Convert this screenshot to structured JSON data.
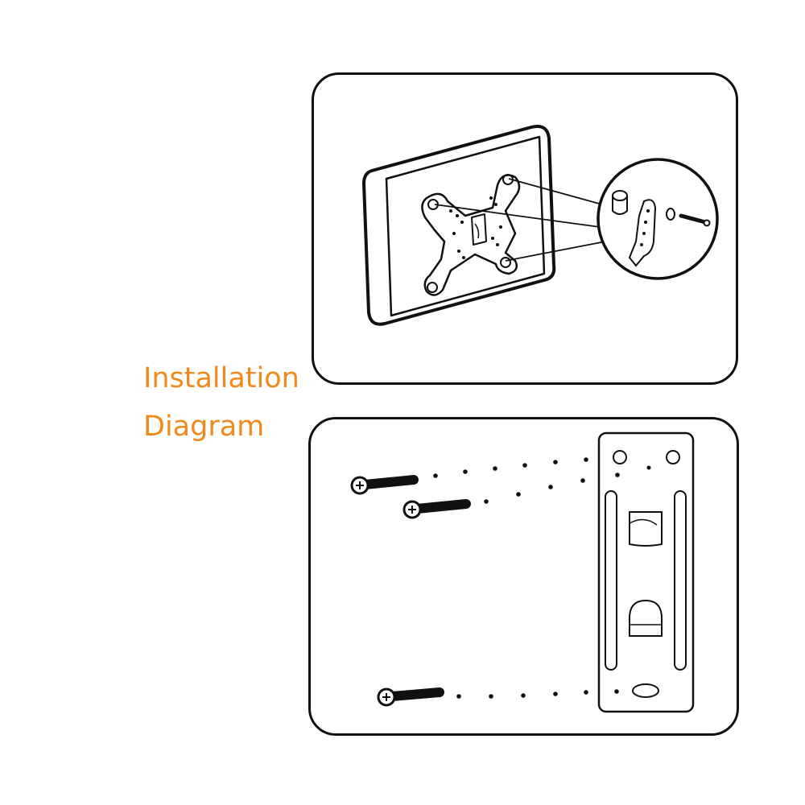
{
  "caption": {
    "line1": "Installation",
    "line2": "Diagram"
  },
  "colors": {
    "caption": "#F08A1C",
    "outline": "#111111"
  },
  "panels": {
    "top": {
      "subject": "monitor-back-with-vesa-bracket-and-zoomed-screw-detail"
    },
    "bottom": {
      "subject": "screws-aligning-to-wall-plate-holes"
    }
  }
}
